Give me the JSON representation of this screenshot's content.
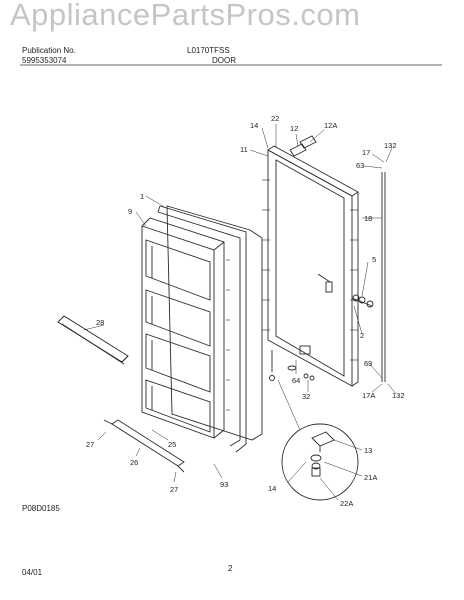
{
  "watermark": "AppliancePartsPros.com",
  "header": {
    "publication_label": "Publication No.",
    "publication_no": "5995353074",
    "model": "L0170TFSS",
    "section_title": "DOOR"
  },
  "callouts": {
    "c1": "1",
    "c9": "9",
    "c28": "28",
    "c27a": "27",
    "c25": "25",
    "c26": "26",
    "c27b": "27",
    "c93": "93",
    "c14a": "14",
    "c22": "22",
    "c12": "12",
    "c12A": "12A",
    "c11": "11",
    "c17": "17",
    "c132a": "132",
    "c63a": "63",
    "c18": "18",
    "c5": "5",
    "c2": "2",
    "c64": "64",
    "c32": "32",
    "c63b": "63",
    "c17A": "17A",
    "c132b": "132",
    "c13": "13",
    "c21A": "21A",
    "c14b": "14",
    "c22A": "22A"
  },
  "footer": {
    "figure_id": "P08D0185",
    "page": "2",
    "date": "04/01"
  },
  "colors": {
    "line": "#2a2a2a",
    "watermark": "#969696"
  }
}
